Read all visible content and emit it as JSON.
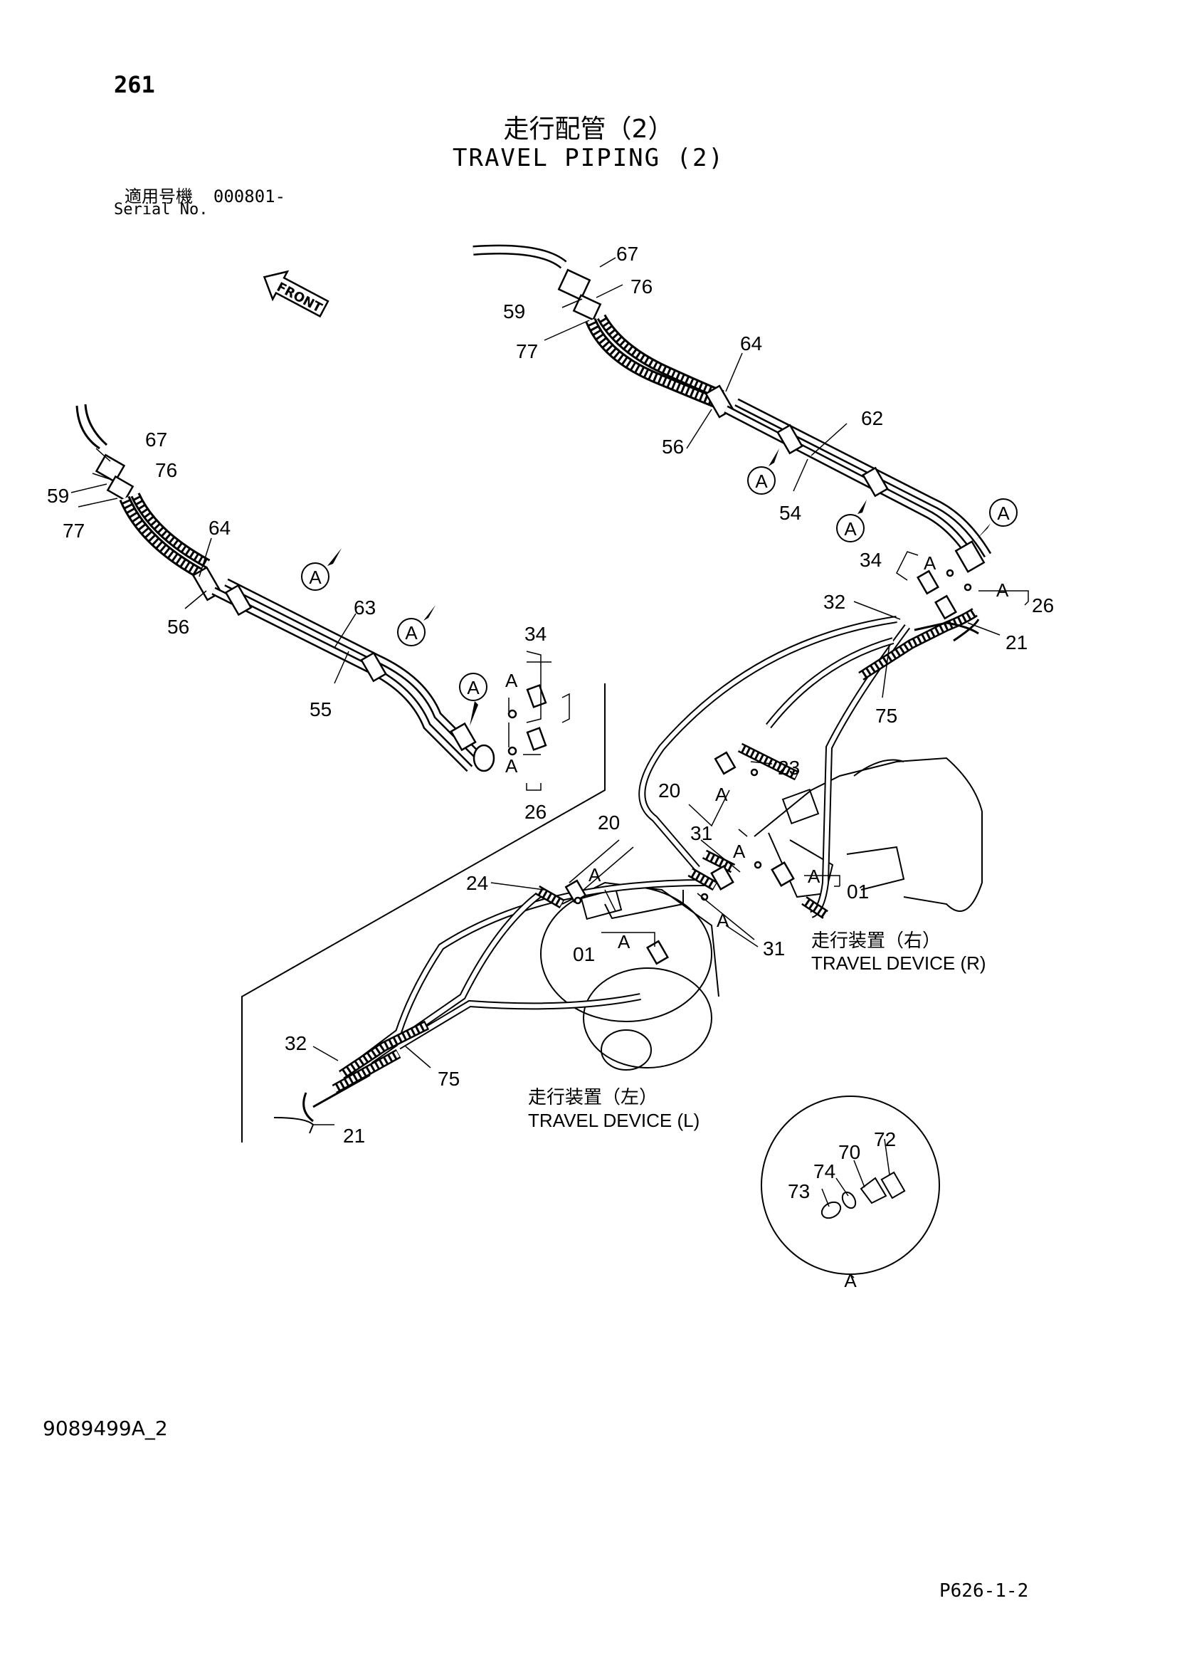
{
  "header": {
    "page_number": "261",
    "title_jp": "走行配管（2）",
    "title_en": "TRAVEL PIPING (2)",
    "serial_label_jp": "適用号機",
    "serial_value": "000801-",
    "serial_label_en": "Serial No."
  },
  "front_label": "FRONT",
  "callouts": {
    "c67a": "67",
    "c76a": "76",
    "c59a": "59",
    "c77a": "77",
    "c64a": "64",
    "c56a": "56",
    "c62": "62",
    "c54": "54",
    "c67b": "67",
    "c76b": "76",
    "c59b": "59",
    "c77b": "77",
    "c64b": "64",
    "c56b": "56",
    "c63": "63",
    "c55": "55",
    "c34a": "34",
    "c26a": "26",
    "c34b": "34",
    "c26b": "26",
    "c32a": "32",
    "c21a": "21",
    "c75a": "75",
    "c23": "23",
    "c20a": "20",
    "c31a": "31",
    "c01a": "01",
    "c20b": "20",
    "c24": "24",
    "c31b": "31",
    "c01b": "01",
    "c32b": "32",
    "c75b": "75",
    "c21b": "21",
    "c72": "72",
    "c70": "70",
    "c74": "74",
    "c73": "73"
  },
  "markers": {
    "circle": "A",
    "plain": "A"
  },
  "devices": {
    "right_jp": "走行装置（右）",
    "right_en": "TRAVEL DEVICE (R)",
    "left_jp": "走行装置（左）",
    "left_en": "TRAVEL DEVICE (L)"
  },
  "footer": {
    "doc_code": "9089499A_2",
    "page_ref": "P626-1-2"
  }
}
